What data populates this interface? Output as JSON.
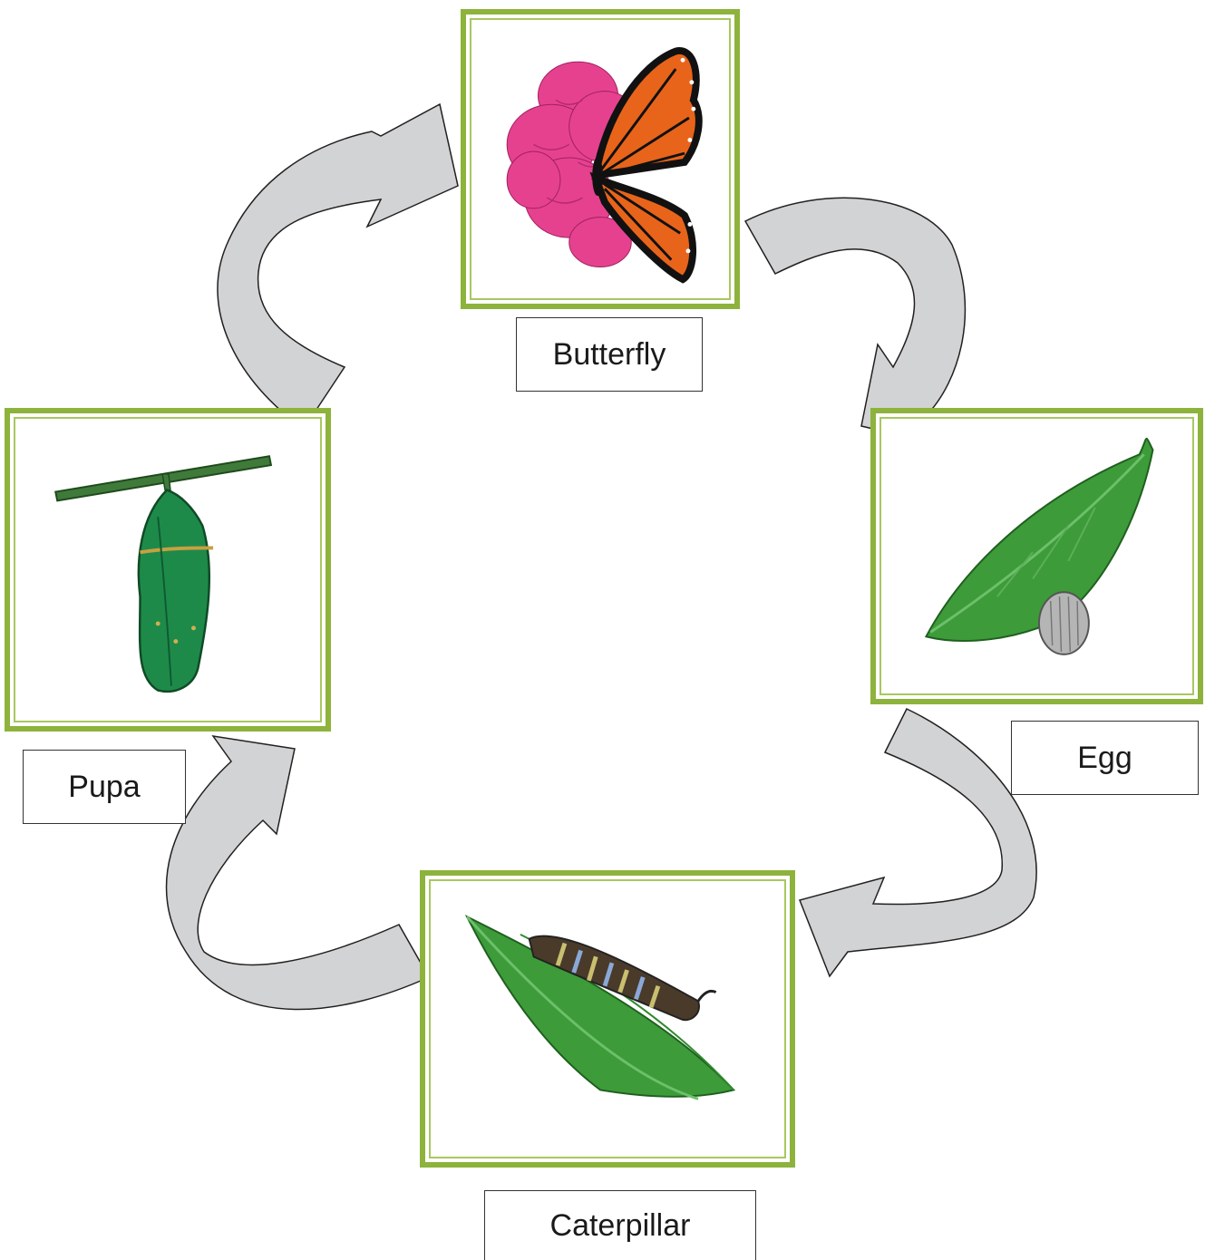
{
  "stages": {
    "butterfly": {
      "label": "Butterfly",
      "icon": "butterfly-on-flower-icon"
    },
    "egg": {
      "label": "Egg",
      "icon": "egg-on-leaf-icon"
    },
    "caterpillar": {
      "label": "Caterpillar",
      "icon": "caterpillar-on-leaf-icon"
    },
    "pupa": {
      "label": "Pupa",
      "icon": "chrysalis-icon"
    }
  },
  "cycle_order": [
    "Butterfly",
    "Egg",
    "Caterpillar",
    "Pupa"
  ],
  "colors": {
    "frame": "#8db33c",
    "arrow_fill": "#d1d3d4",
    "arrow_outline": "#231f20",
    "leaf": "#3d9b3a",
    "chrysalis": "#1e8a4a",
    "wing": "#e8641b",
    "flower": "#e6418f"
  }
}
